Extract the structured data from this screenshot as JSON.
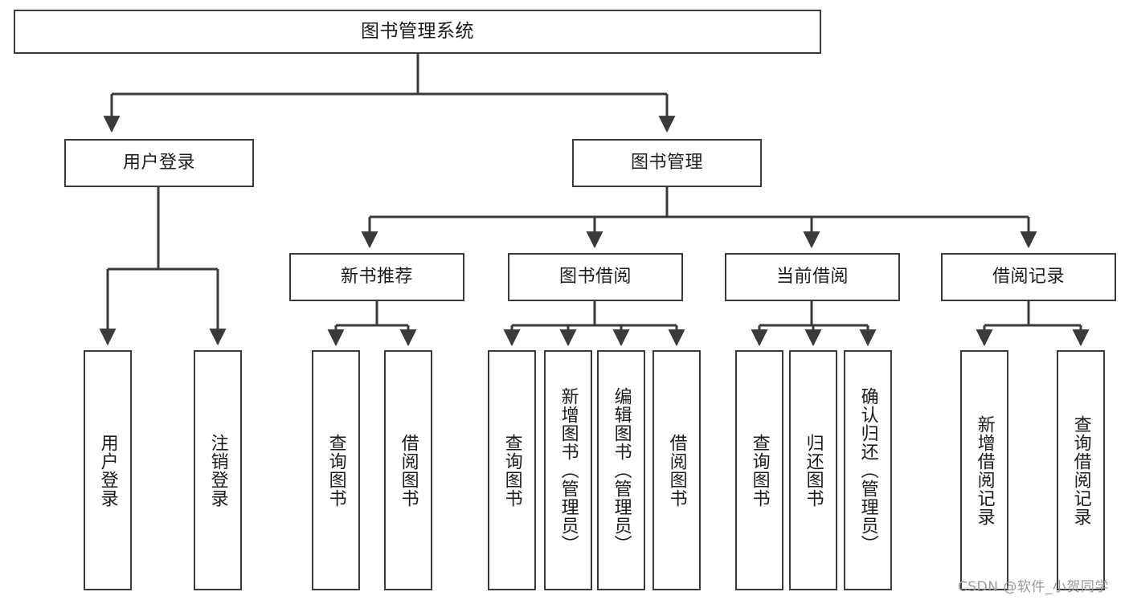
{
  "diagram": {
    "type": "tree-hierarchy-diagram",
    "title": "图书管理系统",
    "orientation": "top-down",
    "colors": {
      "box_border": "#3a3a3a",
      "box_fill": "#ffffff",
      "connector": "#3a3a3a",
      "text": "#1b1b1b",
      "watermark": "#9a9a9a",
      "background": "#ffffff"
    },
    "root": {
      "label": "图书管理系统"
    },
    "level2": [
      {
        "label": "用户登录"
      },
      {
        "label": "图书管理"
      }
    ],
    "level3": [
      {
        "label": "新书推荐"
      },
      {
        "label": "图书借阅"
      },
      {
        "label": "当前借阅"
      },
      {
        "label": "借阅记录"
      }
    ],
    "leaves": {
      "user_login": [
        {
          "label": "用户登录"
        },
        {
          "label": "注销登录"
        }
      ],
      "new_book_recommend": [
        {
          "label": "查询图书"
        },
        {
          "label": "借阅图书"
        }
      ],
      "book_borrow": [
        {
          "label": "查询图书"
        },
        {
          "label": "新增图书（管理员）"
        },
        {
          "label": "编辑图书（管理员）"
        },
        {
          "label": "借阅图书"
        }
      ],
      "current_borrow": [
        {
          "label": "查询图书"
        },
        {
          "label": "归还图书"
        },
        {
          "label": "确认归还（管理员）"
        }
      ],
      "borrow_record": [
        {
          "label": "新增借阅记录"
        },
        {
          "label": "查询借阅记录"
        }
      ]
    }
  },
  "watermark": {
    "text": "CSDN @软件_小贺同学"
  }
}
